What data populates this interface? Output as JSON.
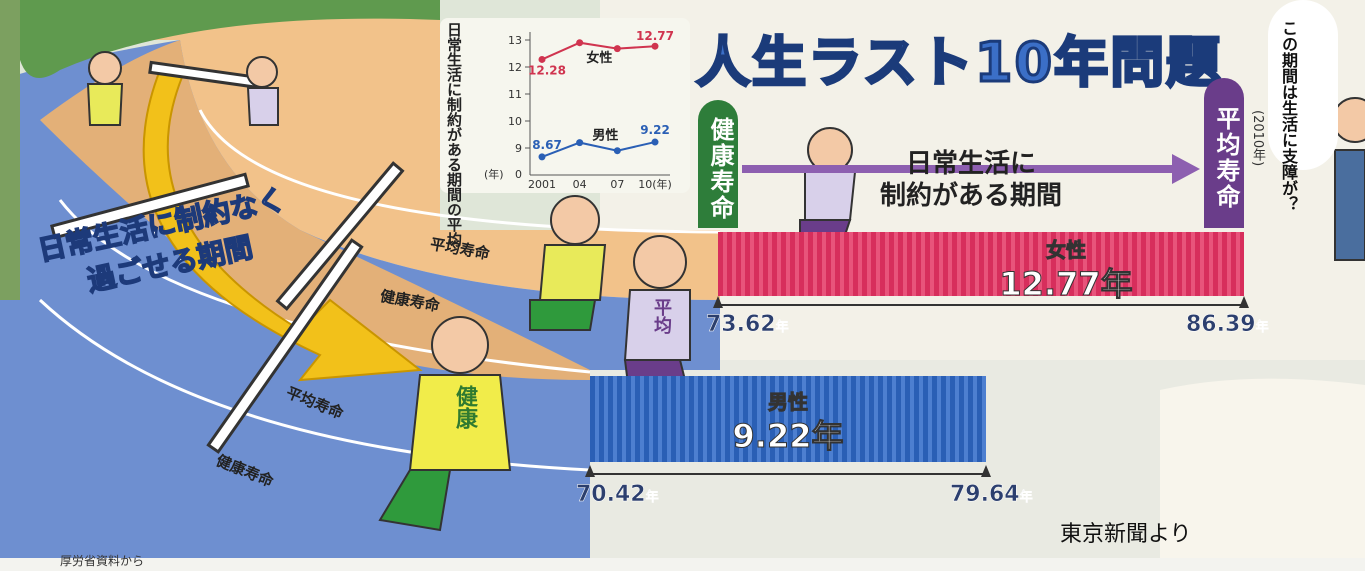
{
  "title": "人生ラスト10年問題",
  "bubble_text": "この期間は生活に支障が？",
  "labels": {
    "healthy_life": "健康寿命",
    "average_life": "平均寿命",
    "year_note": "(2010年)",
    "restricted_period": "日常生活に\n制約がある期間",
    "free_period": "日常生活に制約なく\n過ごせる期間",
    "track_avg_1": "平均寿命",
    "track_healthy_1": "健康寿命",
    "track_avg_2": "平均寿命",
    "track_healthy_2": "健康寿命"
  },
  "female": {
    "label": "女性",
    "value": "12.77年",
    "start": "73.62",
    "end": "86.39",
    "unit": "年"
  },
  "male": {
    "label": "男性",
    "value": "9.22年",
    "start": "70.42",
    "end": "79.64",
    "unit": "年"
  },
  "shirt_chars": {
    "kenkou": "健康",
    "heikin": "平均"
  },
  "inset": {
    "title": "日常生活に制約がある期間の平均",
    "yunit": "(年)",
    "yticks": [
      "13",
      "12",
      "11",
      "10",
      "9",
      "0"
    ],
    "xticks": [
      "2001",
      "04",
      "07",
      "10(年)"
    ],
    "female_label": "女性",
    "male_label": "男性",
    "female_first": "12.28",
    "female_last": "12.77",
    "male_first": "8.67",
    "male_last": "9.22"
  },
  "chart_data": {
    "type": "line",
    "title": "日常生活に制約がある期間の平均",
    "x": [
      "2001",
      "04",
      "07",
      "10"
    ],
    "ylabel": "(年)",
    "ylim": [
      9,
      13
    ],
    "series": [
      {
        "name": "女性",
        "values": [
          12.28,
          12.9,
          12.68,
          12.77
        ],
        "color": "#d0344f"
      },
      {
        "name": "男性",
        "values": [
          8.67,
          9.2,
          8.9,
          9.22
        ],
        "color": "#2a5fb5"
      }
    ]
  },
  "source": "東京新聞より",
  "credit": "厚労省資料から"
}
